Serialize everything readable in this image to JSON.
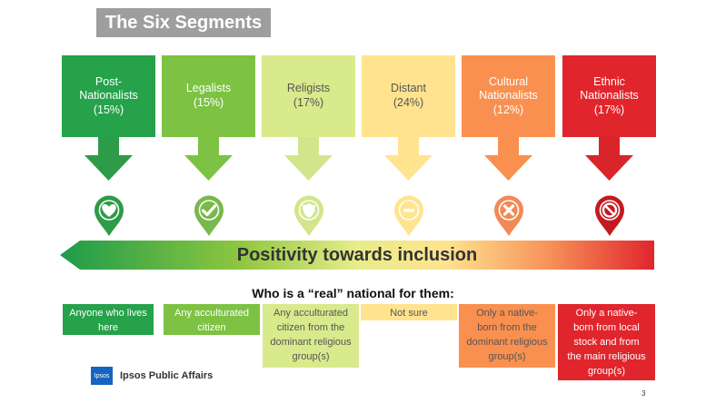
{
  "title": "The Six Segments",
  "segments": [
    {
      "name": "Post-\nNationalists\n(15%)",
      "color": "#25a24a",
      "arrow": "#2d9b47",
      "pin": "#2d9b47",
      "icon": "heart-icon",
      "dark": false
    },
    {
      "name": "Legalists\n(15%)",
      "color": "#7dc242",
      "arrow": "#7dc242",
      "pin": "#79b84a",
      "icon": "check-icon",
      "dark": false
    },
    {
      "name": "Religists\n(17%)",
      "color": "#d9ea8c",
      "arrow": "#d2e58a",
      "pin": "#d2e58a",
      "icon": "shield-icon",
      "dark": true
    },
    {
      "name": "Distant\n(24%)",
      "color": "#ffe38f",
      "arrow": "#ffe38f",
      "pin": "#ffe38f",
      "icon": "minus-icon",
      "dark": true
    },
    {
      "name": "Cultural\nNationalists\n(12%)",
      "color": "#f9904f",
      "arrow": "#f9904f",
      "pin": "#f18a55",
      "icon": "cross-icon",
      "dark": false
    },
    {
      "name": "Ethnic\nNationalists\n(17%)",
      "color": "#e1252c",
      "arrow": "#d8252a",
      "pin": "#c41a1f",
      "icon": "block-icon",
      "dark": false
    }
  ],
  "band_label": "Positivity towards inclusion",
  "subtitle": "Who is a “real” national for them:",
  "answers": [
    {
      "text": "Anyone who lives\nhere",
      "color": "#25a24a",
      "dark": false
    },
    {
      "text": "Any acculturated\ncitizen",
      "color": "#7dc242",
      "dark": false
    },
    {
      "text": "Any acculturated\ncitizen from the\ndominant religious\ngroup(s)",
      "color": "#d9ea8c",
      "dark": true
    },
    {
      "text": "Not sure",
      "color": "#ffe38f",
      "dark": true
    },
    {
      "text": "Only a native-\nborn from the\ndominant religious\ngroup(s)",
      "color": "#f9904f",
      "dark": true
    },
    {
      "text": "Only a native-\nborn from local\nstock and from\nthe main religious\ngroup(s)",
      "color": "#e1252c",
      "dark": false
    }
  ],
  "footer": {
    "logo_text": "Ipsos",
    "company": "Ipsos Public Affairs",
    "page_number": "3"
  }
}
